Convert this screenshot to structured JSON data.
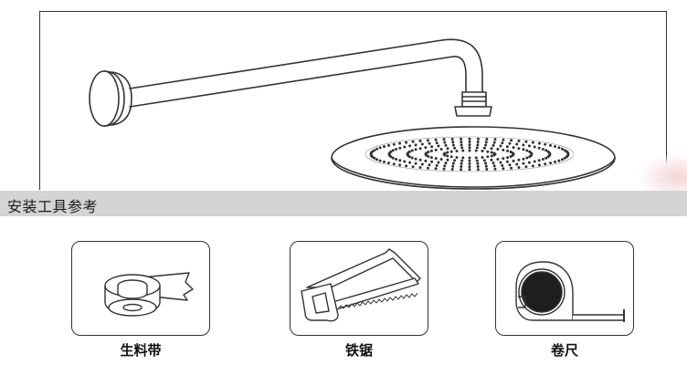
{
  "section": {
    "title": "安装工具参考"
  },
  "illustration": {
    "icon": "shower-head-with-wall-arm"
  },
  "tools": [
    {
      "label": "生料带",
      "icon": "ptfe-tape-roll-icon"
    },
    {
      "label": "铁锯",
      "icon": "hacksaw-icon"
    },
    {
      "label": "卷尺",
      "icon": "tape-measure-icon"
    }
  ],
  "colors": {
    "line": "#333333",
    "section_bar": "#d4d4d4",
    "text": "#111111"
  }
}
